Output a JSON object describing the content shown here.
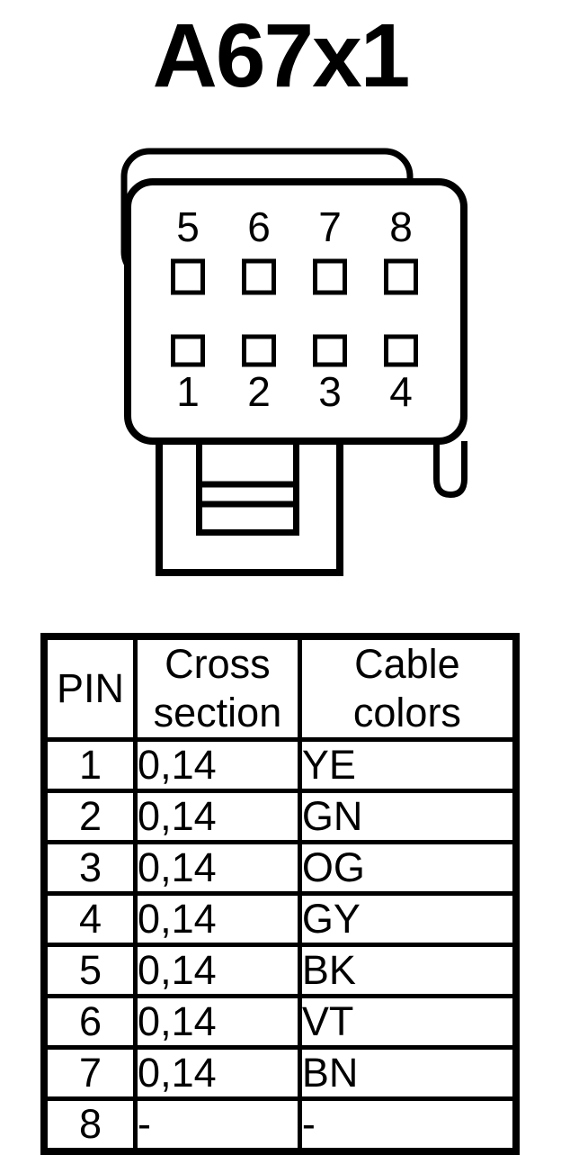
{
  "title": "A67x1",
  "connector": {
    "pin_labels_top": [
      "5",
      "6",
      "7",
      "8"
    ],
    "pin_labels_bottom": [
      "1",
      "2",
      "3",
      "4"
    ]
  },
  "table": {
    "headers": [
      [
        "PIN"
      ],
      [
        "Cross",
        "section"
      ],
      [
        "Cable",
        "colors"
      ]
    ],
    "rows": [
      {
        "pin": "1",
        "cross_section": "0,14",
        "cable_color": "YE"
      },
      {
        "pin": "2",
        "cross_section": "0,14",
        "cable_color": "GN"
      },
      {
        "pin": "3",
        "cross_section": "0,14",
        "cable_color": "OG"
      },
      {
        "pin": "4",
        "cross_section": "0,14",
        "cable_color": "GY"
      },
      {
        "pin": "5",
        "cross_section": "0,14",
        "cable_color": "BK"
      },
      {
        "pin": "6",
        "cross_section": "0,14",
        "cable_color": "VT"
      },
      {
        "pin": "7",
        "cross_section": "0,14",
        "cable_color": "BN"
      },
      {
        "pin": "8",
        "cross_section": "-",
        "cable_color": "-"
      }
    ]
  },
  "colors": {
    "ink": "#000000",
    "background": "#ffffff"
  }
}
